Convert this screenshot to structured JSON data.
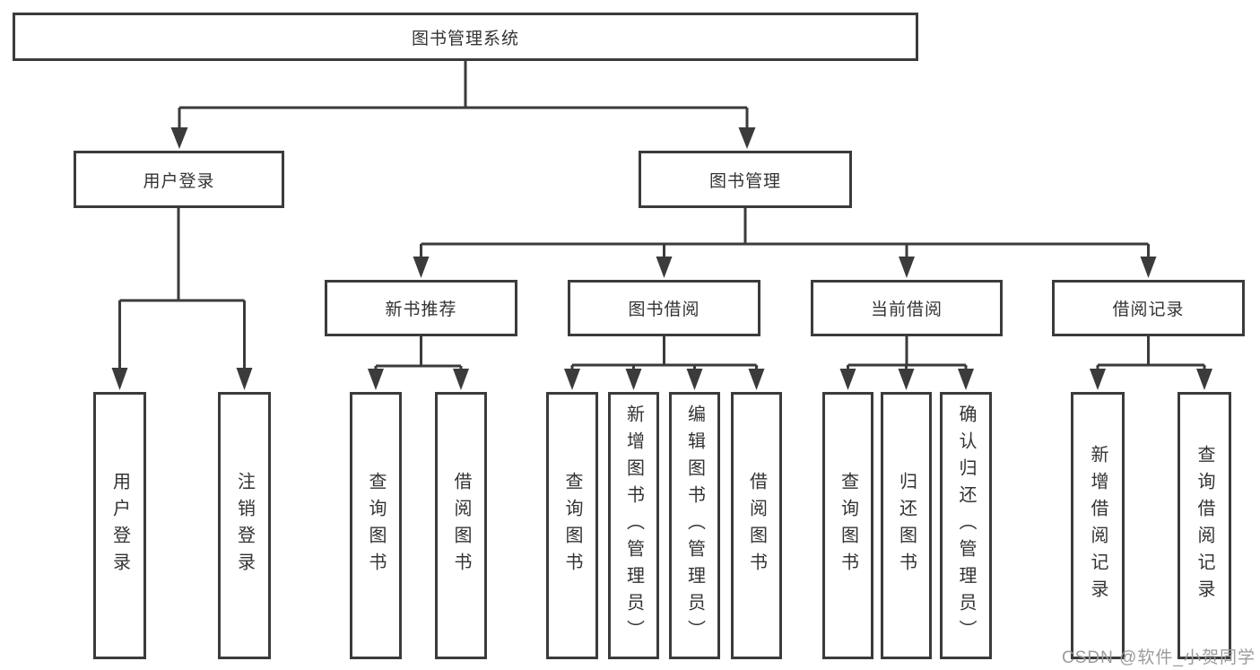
{
  "tree": {
    "root": {
      "label": "图书管理系统"
    },
    "branches": [
      {
        "label": "用户登录",
        "children": [
          {
            "label": "用户登录"
          },
          {
            "label": "注销登录"
          }
        ]
      },
      {
        "label": "图书管理",
        "children": [
          {
            "label": "新书推荐",
            "children": [
              {
                "label": "查询图书"
              },
              {
                "label": "借阅图书"
              }
            ]
          },
          {
            "label": "图书借阅",
            "children": [
              {
                "label": "查询图书"
              },
              {
                "label": "新增图书（管理员）"
              },
              {
                "label": "编辑图书（管理员）"
              },
              {
                "label": "借阅图书"
              }
            ]
          },
          {
            "label": "当前借阅",
            "children": [
              {
                "label": "查询图书"
              },
              {
                "label": "归还图书"
              },
              {
                "label": "确认归还（管理员）"
              }
            ]
          },
          {
            "label": "借阅记录",
            "children": [
              {
                "label": "新增借阅记录"
              },
              {
                "label": "查询借阅记录"
              }
            ]
          }
        ]
      }
    ]
  },
  "watermark": {
    "text": "CSDN @软件_小贺同学"
  },
  "colors": {
    "line": "#3b3b3b",
    "text": "#333333",
    "watermark": "#9b9b9b",
    "background": "#ffffff"
  }
}
